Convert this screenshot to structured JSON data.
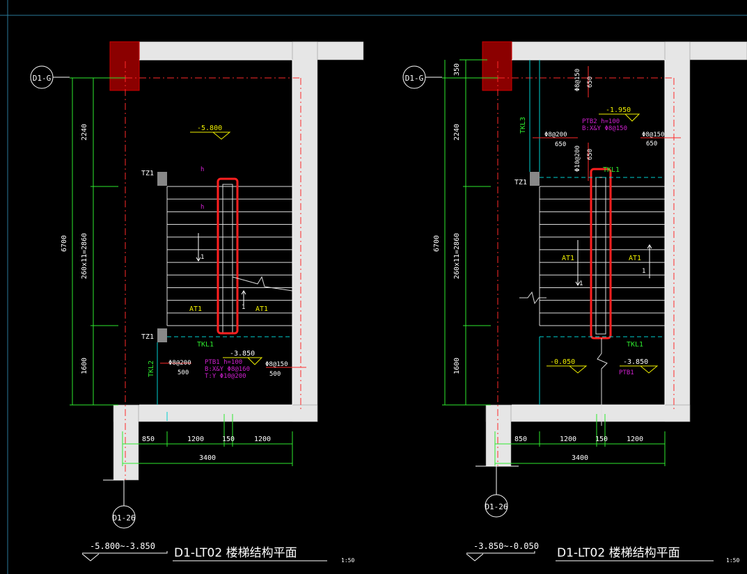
{
  "colors": {
    "background": "#000000",
    "wall": "#e6e6e6",
    "column": "#8b0000",
    "dimension": "#2eea2e",
    "axis_red": "#ff2a2a",
    "beam_cyan": "#00d0d0",
    "slab_magenta": "#d020d0",
    "annot_yellow": "#f0f000",
    "text_white": "#ffffff",
    "highlight": "#ff2020"
  },
  "panels": [
    {
      "grid_top": "D1-G",
      "grid_bottom": "D1-26",
      "elevation_range": "-5.800~-3.850",
      "title": "D1-LT02 楼梯结构平面",
      "scale": "1:50",
      "dims_vertical": [
        "2240",
        "260x11=2860",
        "1600"
      ],
      "dim_total": "6700",
      "dims_horizontal": [
        "850",
        "1200",
        "150",
        "1200"
      ],
      "dim_width_total": "3400",
      "tz_upper": "TZ1",
      "tz_lower": "TZ1",
      "stair_left": "AT1",
      "stair_right": "AT1",
      "beam_tkl1": "TKL1",
      "beam_tkl2": "TKL2",
      "elev_upper": "-5.800",
      "elev_lower": "-3.850",
      "slab_name": "PTB1 h=100",
      "slab_bot": "B:X&Y Φ8@160",
      "slab_top": "T:Y Φ10@200",
      "rebar_left": "Φ8@200",
      "rebar_left_len": "500",
      "rebar_right": "Φ8@150",
      "rebar_right_len": "500",
      "step_mark_a": "h",
      "step_mark_b": "h",
      "arrow_1": "1",
      "arrow_2": "1"
    },
    {
      "grid_top": "D1-G",
      "grid_bottom": "D1-26",
      "elevation_range": "-3.850~-0.050",
      "title": "D1-LT02 楼梯结构平面",
      "scale": "1:50",
      "dims_vertical": [
        "350",
        "2240",
        "260x11=2860",
        "1600"
      ],
      "dim_total": "6700",
      "dims_horizontal": [
        "850",
        "1200",
        "150",
        "1200"
      ],
      "dim_width_total": "3400",
      "tz_upper": "TZ1",
      "stair_left": "AT1",
      "stair_right": "AT1",
      "beam_tkl1_top": "TKL1",
      "beam_tkl1_bottom": "TKL1",
      "beam_tkl3": "TKL3",
      "elev_upper": "-1.950",
      "elev_lower_left": "-0.050",
      "elev_lower_right": "-3.850",
      "slab_name": "PTB2 h=100",
      "slab_bot": "B:X&Y Φ8@150",
      "slab_lower": "PTB1",
      "rebar_a": "Φ8@150",
      "rebar_a_len": "650",
      "rebar_b": "Φ8@200",
      "rebar_b_len": "650",
      "rebar_c": "Φ10@200",
      "rebar_c_len": "650",
      "rebar_d": "Φ8@150",
      "rebar_d_len": "650",
      "arrow_1": "1",
      "arrow_2": "1"
    }
  ]
}
